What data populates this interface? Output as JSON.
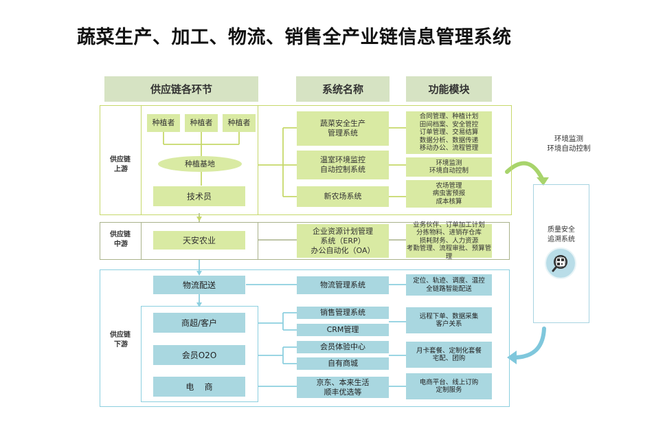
{
  "title": "蔬菜生产、加工、物流、销售全产业链信息管理系统",
  "headers": {
    "chain": "供应链各环节",
    "system": "系统名称",
    "module": "功能模块"
  },
  "upstream": {
    "label": [
      "供应链",
      "上游"
    ],
    "planters": [
      "种植者",
      "种植者",
      "种植者"
    ],
    "base": "种植基地",
    "tech": "技术员",
    "systems": [
      [
        "蔬菜安全生产",
        "管理系统"
      ],
      [
        "温室环境监控",
        "自动控制系统"
      ],
      [
        "新农场系统"
      ]
    ],
    "modules": [
      [
        "合同管理、种植计划",
        "田间档案、安全管控",
        "订单管理、交易结算",
        "数据分析、数据传递",
        "移动办公、流程管理"
      ],
      [
        "环境监测",
        "环境自动控制"
      ],
      [
        "农场管理",
        "病虫害预报",
        "成本核算"
      ]
    ]
  },
  "midstream": {
    "label": [
      "供应链",
      "中游"
    ],
    "entity": "天安农业",
    "system": [
      "企业资源计划管理",
      "系统（ERP）",
      "办公自动化（OA）"
    ],
    "module": [
      "业务伙伴、订单加工计划",
      "分拣物料、进销存仓库",
      "损耗财务、人力资源",
      "考勤管理、流程审批、预算管理"
    ]
  },
  "downstream": {
    "label": [
      "供应链",
      "下游"
    ],
    "logistics": "物流配送",
    "logistics_system": "物流管理系统",
    "logistics_module": [
      "定位、轨迹、调度、温控",
      "全链路智能配送"
    ],
    "customers": [
      "商超/客户",
      "会员O2O",
      "电    商"
    ],
    "systems": [
      "销售管理系统",
      "CRM管理",
      "会员体验中心",
      "自有商城",
      [
        "京东、本来生活",
        "顺丰优选等"
      ]
    ],
    "modules": [
      [
        "远程下单、数据采集",
        "客户关系"
      ],
      [
        "月卡套餐、定制化套餐",
        "宅配、团购"
      ],
      [
        "电商平台、线上订购",
        "定制服务"
      ]
    ]
  },
  "side": {
    "env": [
      "环境监测",
      "环境自动控制"
    ],
    "trace": [
      "质量安全",
      "追溯系统"
    ]
  },
  "colors": {
    "green_border": "#c6d86a",
    "green_fill": "#d9eaa3",
    "blue_border": "#8ccfdf",
    "blue_fill": "#a9d7e0",
    "mid_border": "#a9b28a",
    "header": "#d6e3c3"
  }
}
